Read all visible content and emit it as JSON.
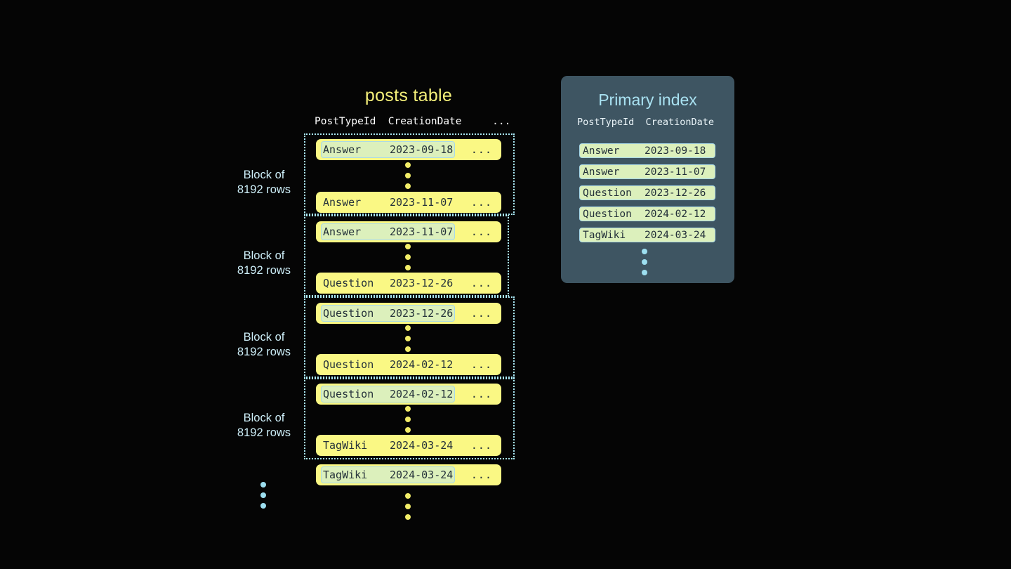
{
  "posts_table": {
    "title": "posts table",
    "columns": [
      "PostTypeId",
      "CreationDate",
      "..."
    ],
    "header_line": "PostTypeId  CreationDate     ...",
    "ellipsis_cell": "...",
    "blocks": [
      {
        "label_line1": "Block of",
        "label_line2": "8192 rows",
        "first_row": {
          "post_type_id": "Answer",
          "creation_date": "2023-09-18",
          "marked": true
        },
        "last_row": {
          "post_type_id": "Answer",
          "creation_date": "2023-11-07",
          "marked": false
        }
      },
      {
        "label_line1": "Block of",
        "label_line2": "8192 rows",
        "first_row": {
          "post_type_id": "Answer",
          "creation_date": "2023-11-07",
          "marked": true
        },
        "last_row": {
          "post_type_id": "Question",
          "creation_date": "2023-12-26",
          "marked": false
        }
      },
      {
        "label_line1": "Block of",
        "label_line2": "8192 rows",
        "first_row": {
          "post_type_id": "Question",
          "creation_date": "2023-12-26",
          "marked": true
        },
        "last_row": {
          "post_type_id": "Question",
          "creation_date": "2024-02-12",
          "marked": false
        }
      },
      {
        "label_line1": "Block of",
        "label_line2": "8192 rows",
        "first_row": {
          "post_type_id": "Question",
          "creation_date": "2024-02-12",
          "marked": true
        },
        "last_row": {
          "post_type_id": "TagWiki",
          "creation_date": "2024-03-24",
          "marked": false
        }
      }
    ],
    "trailing_row": {
      "post_type_id": "TagWiki",
      "creation_date": "2024-03-24",
      "marked": true
    }
  },
  "primary_index": {
    "title": "Primary index",
    "columns": [
      "PostTypeId",
      "CreationDate"
    ],
    "header_line": "PostTypeId  CreationDate",
    "rows": [
      {
        "post_type_id": "Answer",
        "creation_date": "2023-09-18"
      },
      {
        "post_type_id": "Answer",
        "creation_date": "2023-11-07"
      },
      {
        "post_type_id": "Question",
        "creation_date": "2023-12-26"
      },
      {
        "post_type_id": "Question",
        "creation_date": "2024-02-12"
      },
      {
        "post_type_id": "TagWiki",
        "creation_date": "2024-03-24"
      }
    ]
  },
  "colors": {
    "background": "#050505",
    "row_yellow": "#faf884",
    "mark_green": "#dcf0bc",
    "mark_border": "#a9d9e8",
    "panel_slate": "#3e5562",
    "accent_blue": "#a9e2f2",
    "accent_yellow": "#f5f07a",
    "text_dark": "#24313a"
  }
}
